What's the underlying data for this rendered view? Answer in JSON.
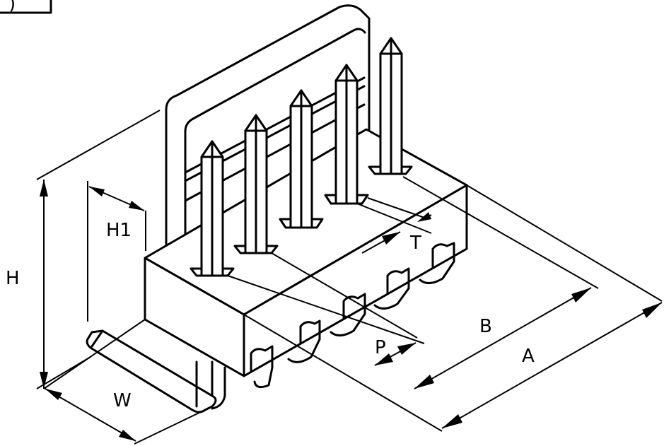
{
  "labels": {
    "A": "A",
    "B": "B",
    "P": "P",
    "T": "T",
    "H": "H",
    "H1": "H1",
    "W": "W",
    "corner": ")"
  }
}
